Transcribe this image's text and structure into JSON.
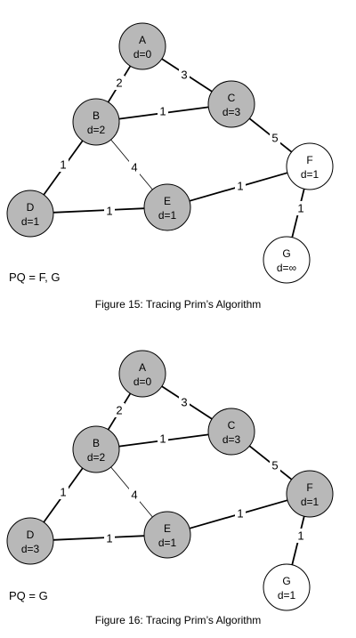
{
  "colors": {
    "visited": "#b8b8b8",
    "unvisited": "#ffffff",
    "stroke": "#000000"
  },
  "figures": [
    {
      "pq_text": "PQ = F, G",
      "caption": "Figure 15: Tracing Prim’s Algorithm",
      "nodes": [
        {
          "id": "A",
          "label": "A",
          "dist": "d=0",
          "visited": true
        },
        {
          "id": "B",
          "label": "B",
          "dist": "d=2",
          "visited": true
        },
        {
          "id": "C",
          "label": "C",
          "dist": "d=3",
          "visited": true
        },
        {
          "id": "D",
          "label": "D",
          "dist": "d=1",
          "visited": true
        },
        {
          "id": "E",
          "label": "E",
          "dist": "d=1",
          "visited": true
        },
        {
          "id": "F",
          "label": "F",
          "dist": "d=1",
          "visited": false
        },
        {
          "id": "G",
          "label": "G",
          "dist": "d=∞",
          "visited": false
        }
      ],
      "edges": [
        {
          "from": "A",
          "to": "B",
          "weight": "2",
          "tree": true
        },
        {
          "from": "A",
          "to": "C",
          "weight": "3",
          "tree": true
        },
        {
          "from": "B",
          "to": "C",
          "weight": "1",
          "tree": true
        },
        {
          "from": "B",
          "to": "D",
          "weight": "1",
          "tree": true
        },
        {
          "from": "B",
          "to": "E",
          "weight": "4",
          "tree": false
        },
        {
          "from": "C",
          "to": "F",
          "weight": "5",
          "tree": true
        },
        {
          "from": "D",
          "to": "E",
          "weight": "1",
          "tree": true
        },
        {
          "from": "E",
          "to": "F",
          "weight": "1",
          "tree": true
        },
        {
          "from": "F",
          "to": "G",
          "weight": "1",
          "tree": true
        }
      ]
    },
    {
      "pq_text": "PQ = G",
      "caption": "Figure 16: Tracing Prim’s Algorithm",
      "nodes": [
        {
          "id": "A",
          "label": "A",
          "dist": "d=0",
          "visited": true
        },
        {
          "id": "B",
          "label": "B",
          "dist": "d=2",
          "visited": true
        },
        {
          "id": "C",
          "label": "C",
          "dist": "d=3",
          "visited": true
        },
        {
          "id": "D",
          "label": "D",
          "dist": "d=3",
          "visited": true
        },
        {
          "id": "E",
          "label": "E",
          "dist": "d=1",
          "visited": true
        },
        {
          "id": "F",
          "label": "F",
          "dist": "d=1",
          "visited": true
        },
        {
          "id": "G",
          "label": "G",
          "dist": "d=1",
          "visited": false
        }
      ],
      "edges": [
        {
          "from": "A",
          "to": "B",
          "weight": "2",
          "tree": true
        },
        {
          "from": "A",
          "to": "C",
          "weight": "3",
          "tree": true
        },
        {
          "from": "B",
          "to": "C",
          "weight": "1",
          "tree": true
        },
        {
          "from": "B",
          "to": "D",
          "weight": "1",
          "tree": true
        },
        {
          "from": "B",
          "to": "E",
          "weight": "4",
          "tree": false
        },
        {
          "from": "C",
          "to": "F",
          "weight": "5",
          "tree": true
        },
        {
          "from": "D",
          "to": "E",
          "weight": "1",
          "tree": true
        },
        {
          "from": "E",
          "to": "F",
          "weight": "1",
          "tree": true
        },
        {
          "from": "F",
          "to": "G",
          "weight": "1",
          "tree": true
        }
      ]
    }
  ]
}
